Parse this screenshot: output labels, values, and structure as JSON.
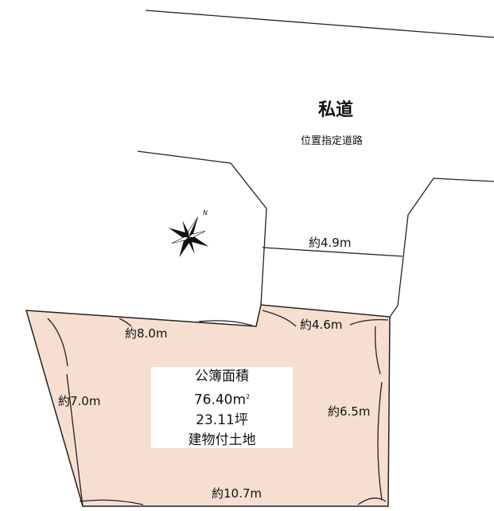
{
  "road": {
    "name": "私道",
    "type": "位置指定道路",
    "width_label": "約4.9m"
  },
  "lot": {
    "fill_color": "#f6dfd1",
    "edges": {
      "top_left": "約8.0m",
      "top_right": "約4.6m",
      "left": "約7.0m",
      "right": "約6.5m",
      "bottom": "約10.7m"
    }
  },
  "info": {
    "title": "公簿面積",
    "area_sqm": "76.40m",
    "area_unit_sup": "2",
    "area_tsubo": "23.11坪",
    "category": "建物付土地"
  },
  "compass": {
    "icon": "compass-rose-icon",
    "north_label": "N"
  }
}
